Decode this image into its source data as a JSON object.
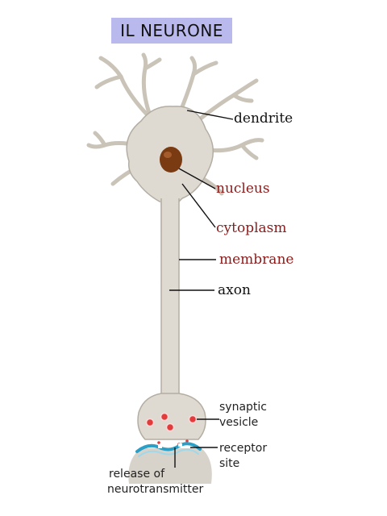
{
  "title": "IL NEURONE",
  "colors": {
    "title_bg": "#b9b9ee",
    "cell_fill": "#dedad2",
    "cell_stroke": "#b4ada2",
    "nucleus": "#7a3a12",
    "label_dark": "#111111",
    "label_red": "#8b1a1a",
    "vesicle": "#e23b3b",
    "receptor": "#2b9fc6"
  },
  "labels": {
    "dendrite": "dendrite",
    "nucleus": "nucleus",
    "cytoplasm": "cytoplasm",
    "membrane": "membrane",
    "axon": "axon",
    "synaptic_1": "synaptic",
    "synaptic_2": "vesicle",
    "receptor_1": "receptor",
    "receptor_2": "site",
    "release_1": "release of",
    "release_2": "neurotransmitter"
  }
}
